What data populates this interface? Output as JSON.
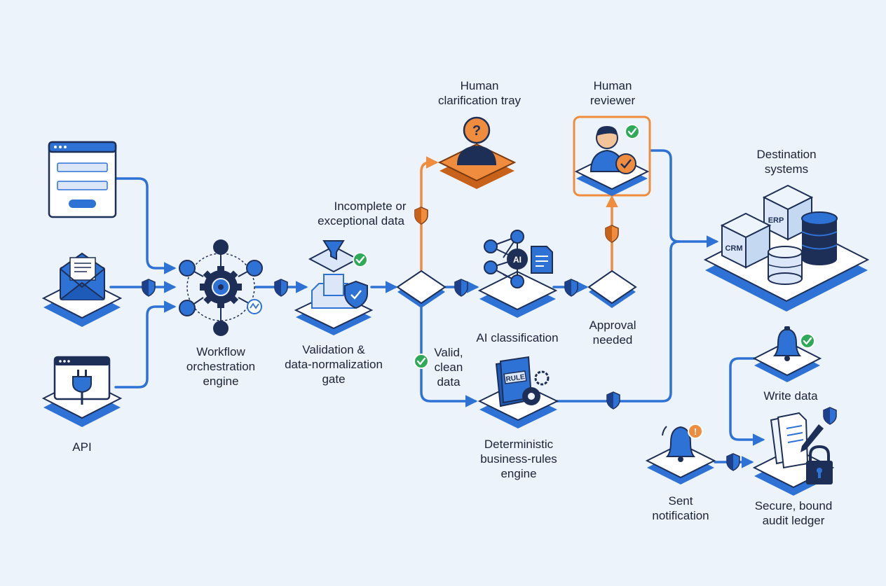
{
  "labels": {
    "api": "API",
    "workflow": [
      "Workflow",
      "orchestration",
      "engine"
    ],
    "validation": [
      "Validation &",
      "data-normalization",
      "gate"
    ],
    "incomplete": [
      "Incomplete or",
      "exceptional data"
    ],
    "valid": [
      "Valid,",
      "clean",
      "data"
    ],
    "clarification": [
      "Human",
      "clarification tray"
    ],
    "ai_classification": "AI classification",
    "approval": [
      "Approval",
      "needed"
    ],
    "reviewer": [
      "Human",
      "reviewer"
    ],
    "rules": [
      "Deterministic",
      "business-rules",
      "engine"
    ],
    "destination": [
      "Destination",
      "systems"
    ],
    "write_data": "Write data",
    "notification": [
      "Sent",
      "notification"
    ],
    "audit": [
      "Secure, bound",
      "audit ledger"
    ]
  },
  "icon_text": {
    "crm": "CRM",
    "erp": "ERP",
    "ai": "AI",
    "rule": "RULE",
    "question": "?",
    "alert": "!"
  },
  "colors": {
    "background": "#edf3fb",
    "primary": "#2f72d6",
    "navy": "#1e2f57",
    "exception": "#ef8c3d",
    "success": "#2eaa58"
  }
}
